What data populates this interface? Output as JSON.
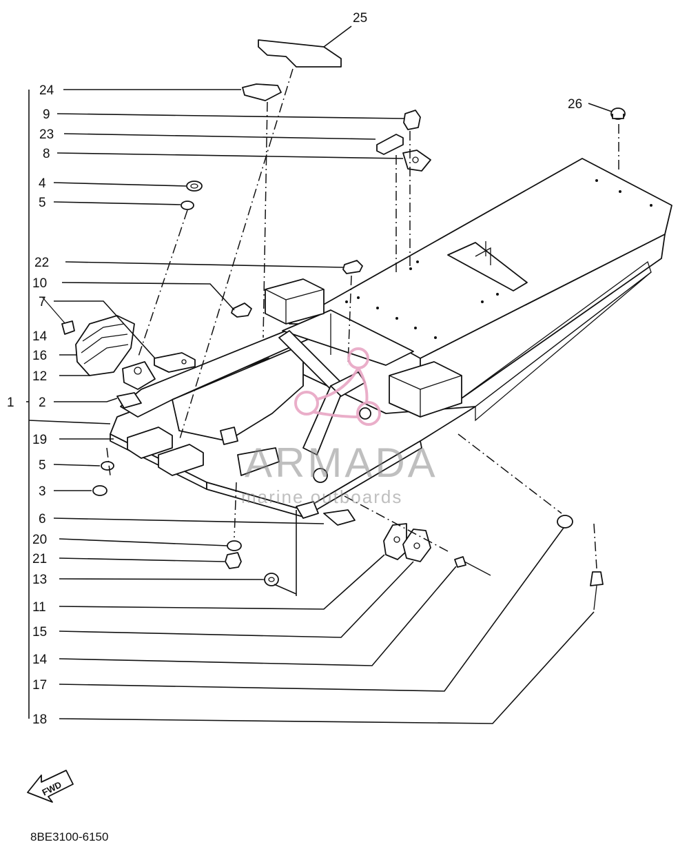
{
  "diagram": {
    "callouts": [
      {
        "id": "c25",
        "text": "25"
      },
      {
        "id": "c24",
        "text": "24"
      },
      {
        "id": "c9",
        "text": "9"
      },
      {
        "id": "c26",
        "text": "26"
      },
      {
        "id": "c23",
        "text": "23"
      },
      {
        "id": "c8",
        "text": "8"
      },
      {
        "id": "c4",
        "text": "4"
      },
      {
        "id": "c5a",
        "text": "5"
      },
      {
        "id": "c22",
        "text": "22"
      },
      {
        "id": "c10",
        "text": "10"
      },
      {
        "id": "c7",
        "text": "7"
      },
      {
        "id": "c14a",
        "text": "14"
      },
      {
        "id": "c16",
        "text": "16"
      },
      {
        "id": "c12",
        "text": "12"
      },
      {
        "id": "c1",
        "text": "1"
      },
      {
        "id": "c2",
        "text": "2"
      },
      {
        "id": "c19",
        "text": "19"
      },
      {
        "id": "c5b",
        "text": "5"
      },
      {
        "id": "c3",
        "text": "3"
      },
      {
        "id": "c6",
        "text": "6"
      },
      {
        "id": "c20",
        "text": "20"
      },
      {
        "id": "c21",
        "text": "21"
      },
      {
        "id": "c13",
        "text": "13"
      },
      {
        "id": "c11",
        "text": "11"
      },
      {
        "id": "c15",
        "text": "15"
      },
      {
        "id": "c14b",
        "text": "14"
      },
      {
        "id": "c17",
        "text": "17"
      },
      {
        "id": "c18",
        "text": "18"
      }
    ],
    "fwd_label": "FWD",
    "diagram_code": "8BE3100-6150",
    "watermark": {
      "brand": "ARMADA",
      "tagline": "marine outboards",
      "color": "#e8a6c4"
    }
  }
}
